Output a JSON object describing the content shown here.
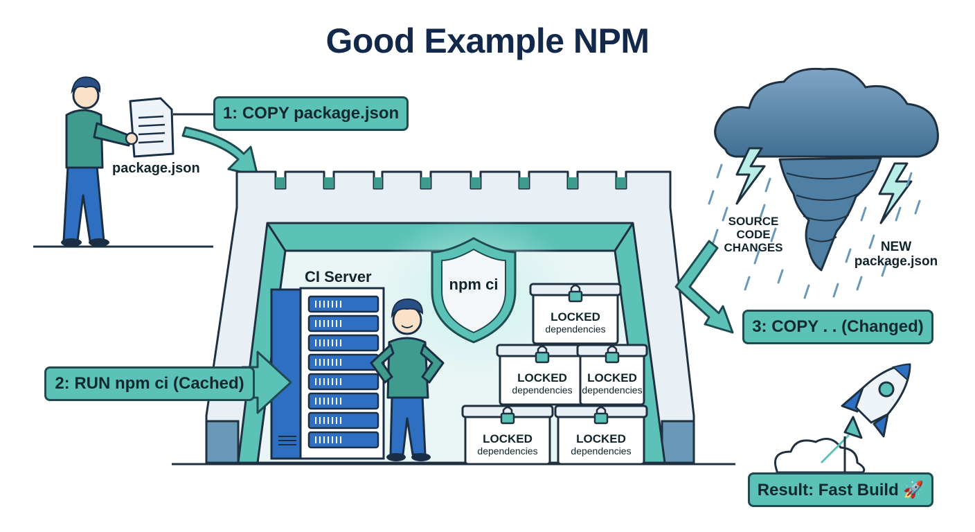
{
  "title": "Good Example NPM",
  "steps": {
    "step1": "1: COPY package.json",
    "step2": "2: RUN npm ci (Cached)",
    "step3": "3: COPY . . (Changed)",
    "result": "Result: Fast Build 🚀"
  },
  "labels": {
    "document": "package.json",
    "ci_server": "CI Server",
    "shield": "npm ci",
    "source_changes_line1": "SOURCE",
    "source_changes_line2": "CODE",
    "source_changes_line3": "CHANGES",
    "new_pkg_line1": "NEW",
    "new_pkg_line2": "package.json"
  },
  "boxes": [
    {
      "line1": "LOCKED",
      "line2": "dependencies"
    },
    {
      "line1": "LOCKED",
      "line2": "dependencies"
    },
    {
      "line1": "LOCKED",
      "line2": "dependencies"
    },
    {
      "line1": "LOCKED",
      "line2": "dependencies"
    },
    {
      "line1": "LOCKED",
      "line2": "dependencies"
    }
  ],
  "colors": {
    "teal": "#5cc2b8",
    "dark_teal": "#1f4a4f",
    "navy": "#13294b",
    "blue": "#2f6fc1",
    "steel": "#6a98b9"
  }
}
